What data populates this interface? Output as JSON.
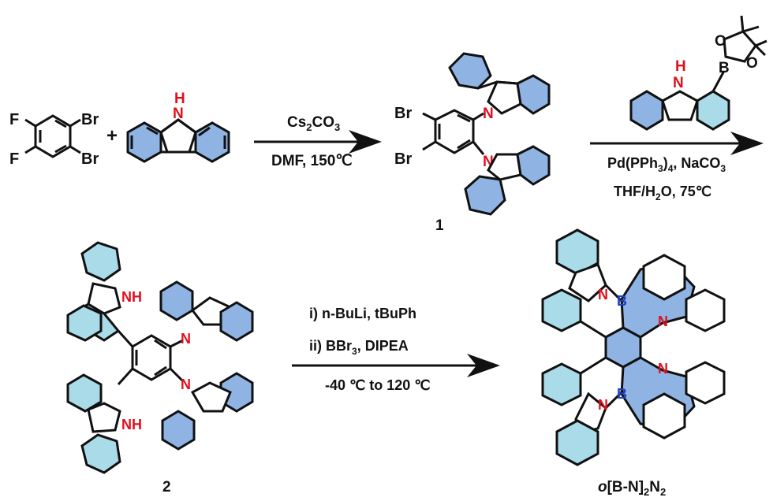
{
  "reaction1": {
    "reactant_left_sub1": "F",
    "reactant_left_sub2": "F",
    "reactant_left_sub3": "Br",
    "reactant_left_sub4": "Br",
    "plus": "+",
    "carbazole_nh_H": "H",
    "carbazole_nh_N": "N",
    "reagent_top": "Cs",
    "reagent_top_sub": "2",
    "reagent_top_rest": "CO",
    "reagent_top_sub2": "3",
    "conditions": "DMF, 150℃"
  },
  "compound1": {
    "label": "1",
    "br1": "Br",
    "br2": "Br",
    "n1": "N",
    "n2": "N"
  },
  "reaction2": {
    "boronate_H": "H",
    "boronate_N": "N",
    "boronate_B": "B",
    "boronate_O1": "O",
    "boronate_O2": "O",
    "conditions_line1_a": "Pd(PPh",
    "conditions_line1_sub": "3",
    "conditions_line1_b": ")",
    "conditions_line1_sub2": "4",
    "conditions_line1_c": ", NaCO",
    "conditions_line1_sub3": "3",
    "conditions_line2_a": "THF/H",
    "conditions_line2_sub": "2",
    "conditions_line2_b": "O, 75℃"
  },
  "compound2": {
    "label": "2",
    "nh1": "NH",
    "nh2": "NH",
    "n1": "N",
    "n2": "N"
  },
  "reaction3": {
    "step1": "i) n-BuLi, tBuPh",
    "step2_a": "ii) BBr",
    "step2_sub": "3",
    "step2_b": ", DIPEA",
    "temperature": "-40 ℃ to 120 ℃"
  },
  "product": {
    "label_italic": "o",
    "label_a": "[B-N]",
    "label_sub1": "2",
    "label_b": "N",
    "label_sub2": "2",
    "n_labels": [
      "N",
      "N",
      "N",
      "N"
    ],
    "b_labels": [
      "B",
      "B"
    ]
  },
  "colors": {
    "ring_blue": "#8fb4e3",
    "ring_light": "#a9dbe8",
    "nitrogen": "#e0101c",
    "boron": "#1f3fbf"
  }
}
